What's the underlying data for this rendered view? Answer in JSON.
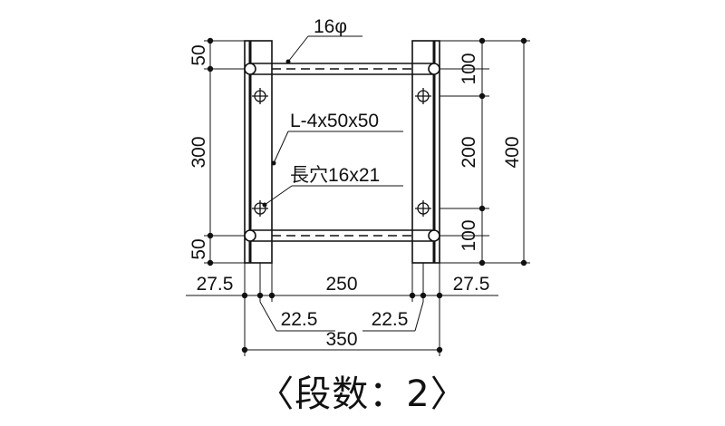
{
  "diagram": {
    "labels": {
      "rod_diameter": "16φ",
      "angle": "L-4x50x50",
      "slot": "長穴16x21",
      "left_top": "50",
      "left_mid": "300",
      "left_bottom": "50",
      "right_top": "100",
      "right_mid": "200",
      "right_bottom": "100",
      "right_total": "400",
      "bottom_left_edge": "27.5",
      "bottom_center": "250",
      "bottom_right_edge": "27.5",
      "bottom_left_offset": "22.5",
      "bottom_right_offset": "22.5",
      "bottom_total": "350"
    },
    "caption": "〈段数：2〉"
  }
}
